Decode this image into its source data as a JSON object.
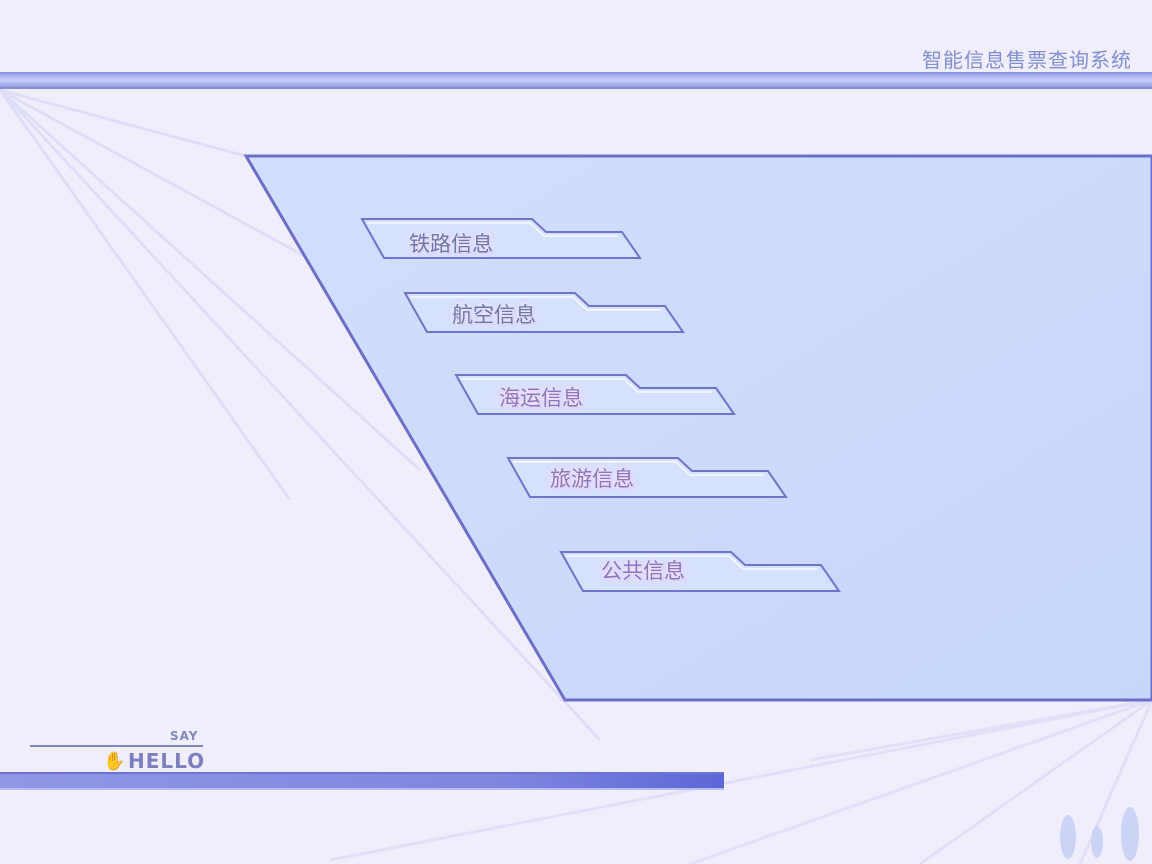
{
  "app": {
    "title": "智能信息售票查询系统"
  },
  "menu": {
    "items": [
      {
        "label": "铁路信息"
      },
      {
        "label": "航空信息"
      },
      {
        "label": "海运信息"
      },
      {
        "label": "旅游信息"
      },
      {
        "label": "公共信息"
      }
    ]
  },
  "footer": {
    "say": "SAY",
    "hello": "HELLO"
  },
  "colors": {
    "background": "#f1eefb",
    "panel_fill": "#cad9fb",
    "accent": "#7f8fd2",
    "border": "#6c6fc7"
  },
  "icons": {
    "hand": "hand-pointing-down-icon"
  }
}
